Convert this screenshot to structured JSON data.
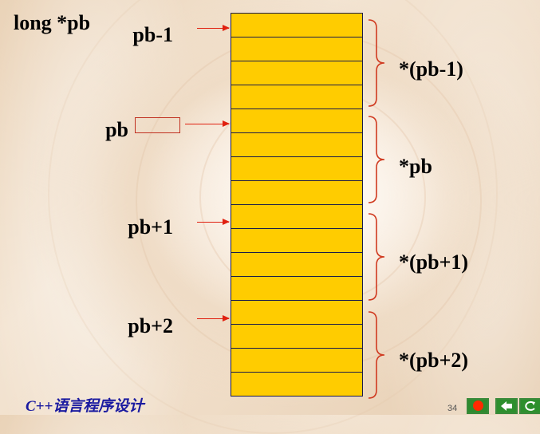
{
  "title": "long *pb",
  "pointers": [
    {
      "label": "pb-1"
    },
    {
      "label": "pb"
    },
    {
      "label": "pb+1"
    },
    {
      "label": "pb+2"
    }
  ],
  "groups": [
    {
      "label": "*(pb-1)"
    },
    {
      "label": "*pb"
    },
    {
      "label": "*(pb+1)"
    },
    {
      "label": "*(pb+2)"
    }
  ],
  "memory": {
    "cells": 16,
    "cells_per_group": 4,
    "cell_color": "#ffcc00"
  },
  "colors": {
    "arrow": "#e02010",
    "brace": "#d03a20",
    "footer_text": "#1a1aa0"
  },
  "footer": {
    "title": "C++语言程序设计",
    "page": "34"
  },
  "nav_icons": [
    "record-icon",
    "back-arrow-icon",
    "return-icon"
  ]
}
